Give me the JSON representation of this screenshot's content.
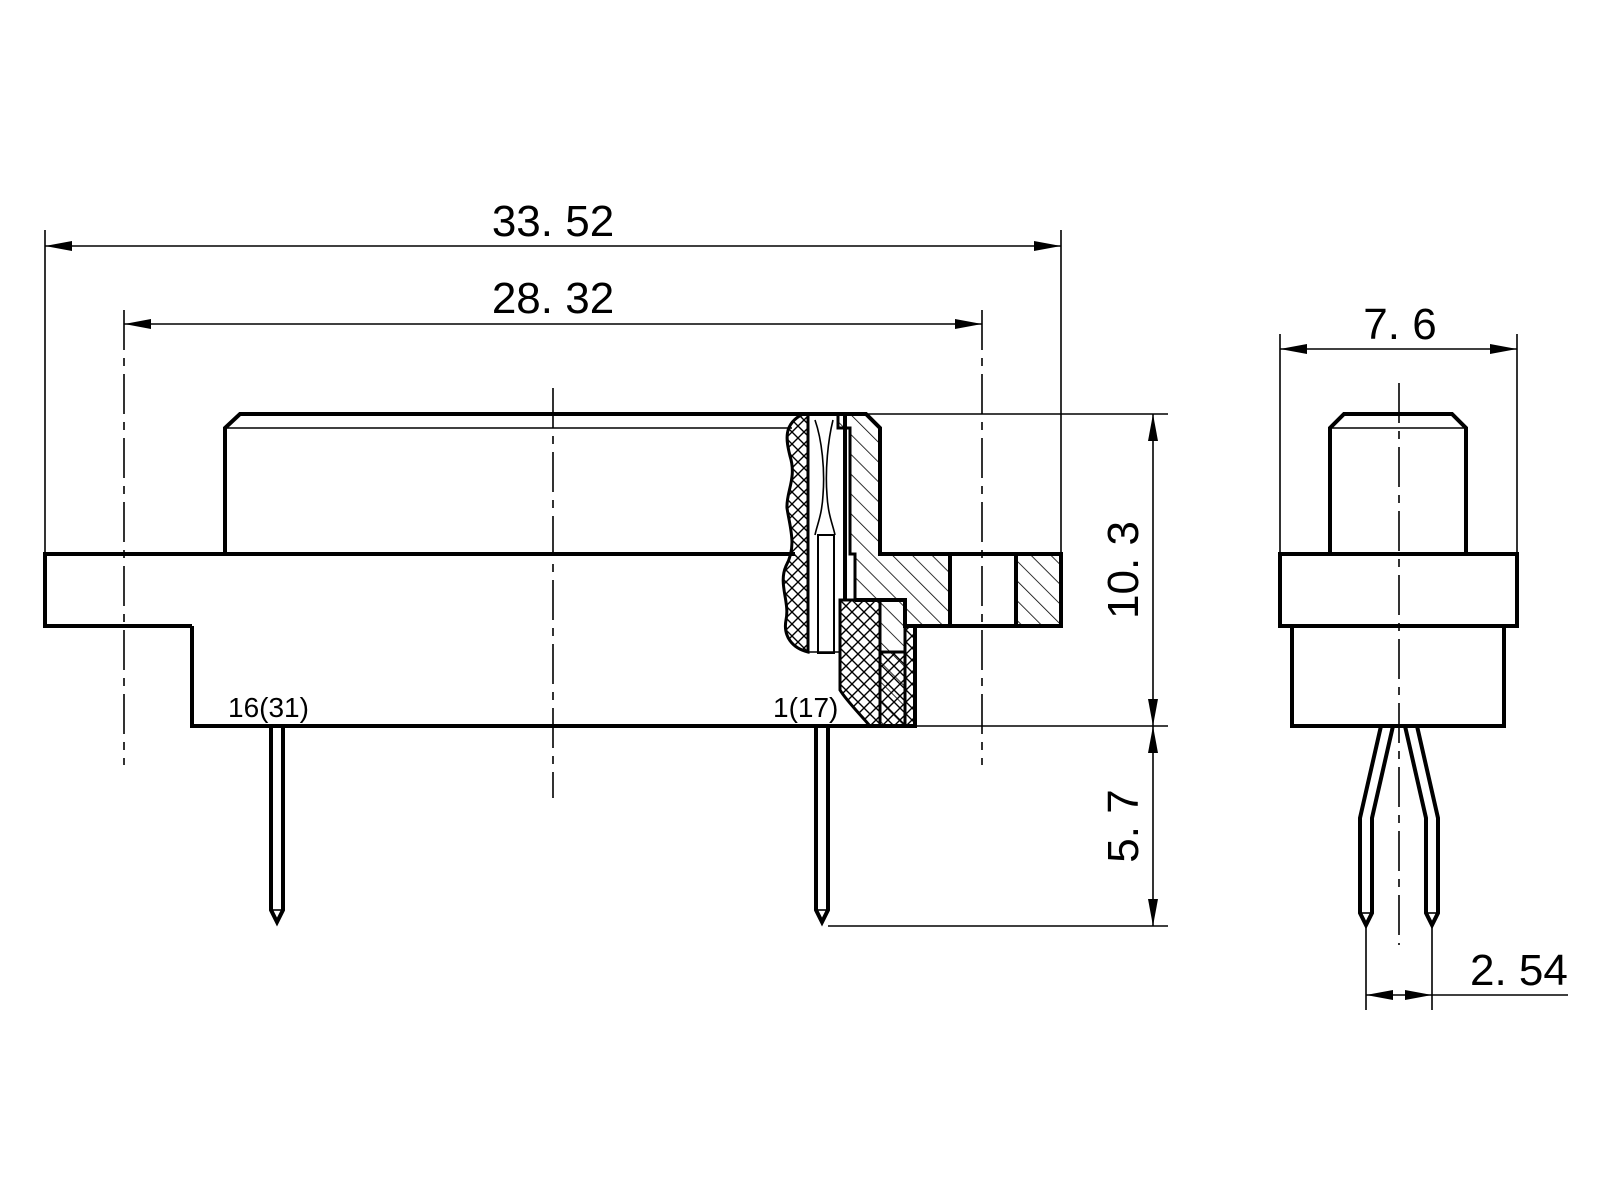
{
  "dimensions": {
    "overall_length": "33. 52",
    "mounting_pitch": "28. 32",
    "body_height": "10. 3",
    "pin_length": "5. 7",
    "side_width": "7. 6",
    "pin_pitch": "2. 54"
  },
  "pin_labels": {
    "left": "16(31)",
    "right": "1(17)"
  }
}
